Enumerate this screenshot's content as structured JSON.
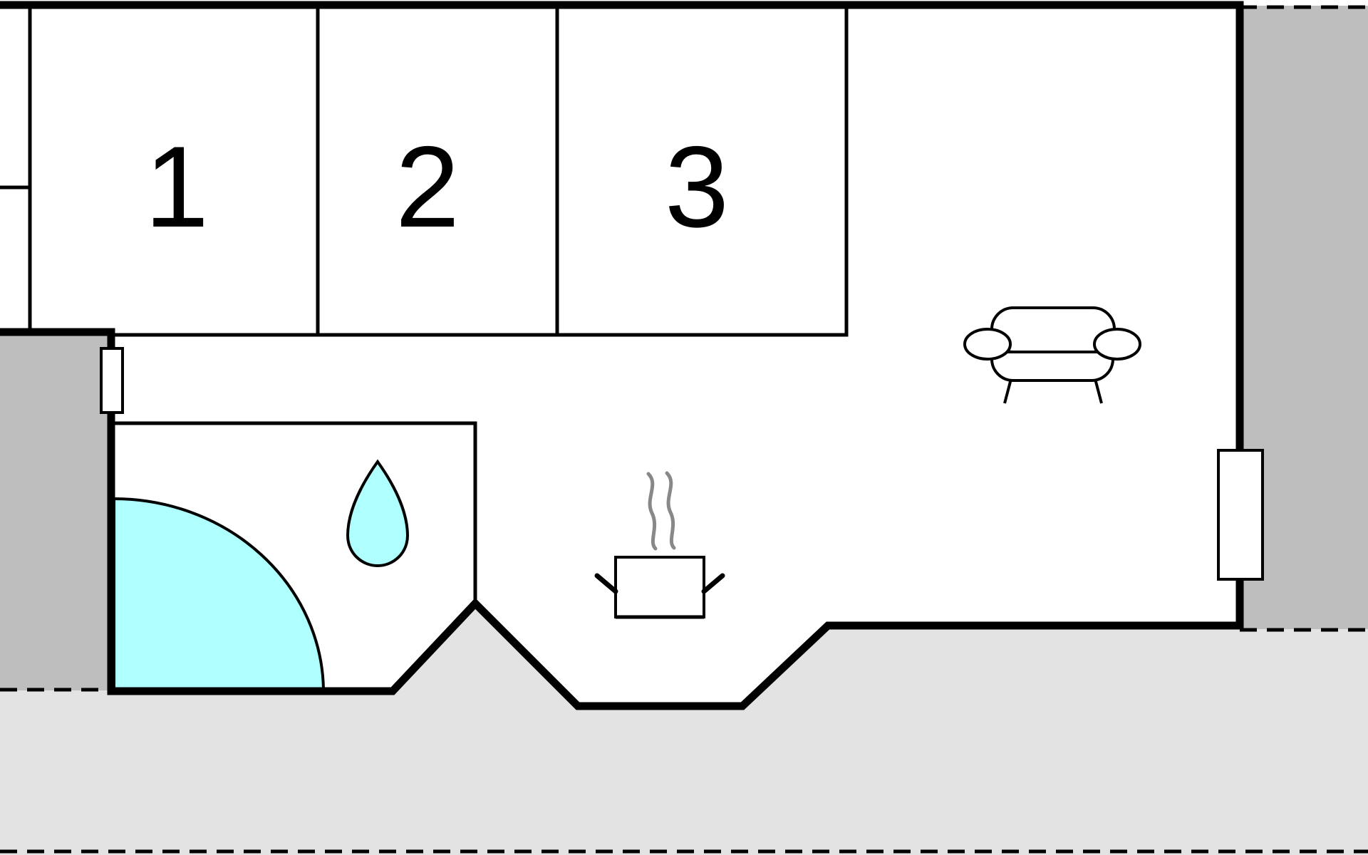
{
  "rooms": [
    {
      "id": "bedroom-1",
      "label": "1"
    },
    {
      "id": "bedroom-2",
      "label": "2"
    },
    {
      "id": "bedroom-3",
      "label": "3"
    }
  ],
  "icons": [
    "sofa-icon",
    "cooking-pot-icon",
    "water-drop-icon",
    "window-icon"
  ],
  "colors": {
    "wall": "#000000",
    "terrace": "#e3e3e3",
    "neighbor": "#bebebe",
    "bath": "#b0ffff",
    "steam": "#888888",
    "floor": "#ffffff"
  }
}
